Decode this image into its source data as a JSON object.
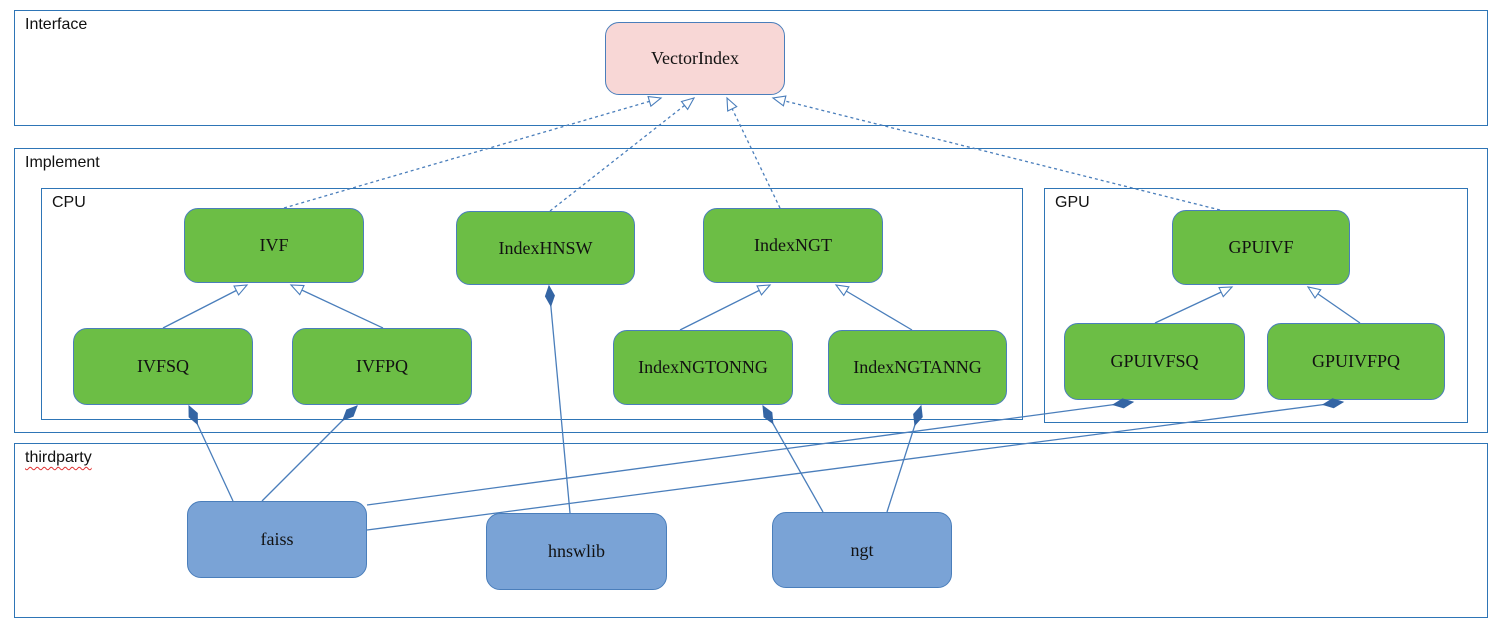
{
  "diagram": {
    "title_context": "VectorIndex implementation architecture",
    "groups": {
      "interface": {
        "label": "Interface"
      },
      "implement": {
        "label": "Implement"
      },
      "cpu": {
        "label": "CPU"
      },
      "gpu": {
        "label": "GPU"
      },
      "thirdparty": {
        "label": "thirdparty"
      }
    },
    "nodes": {
      "vectorindex": {
        "label": "VectorIndex",
        "kind": "interface"
      },
      "ivf": {
        "label": "IVF",
        "kind": "cpu-implementation"
      },
      "indexhnsw": {
        "label": "IndexHNSW",
        "kind": "cpu-implementation"
      },
      "indexngt": {
        "label": "IndexNGT",
        "kind": "cpu-implementation"
      },
      "ivfsq": {
        "label": "IVFSQ",
        "kind": "cpu-implementation"
      },
      "ivfpq": {
        "label": "IVFPQ",
        "kind": "cpu-implementation"
      },
      "indexngtonng": {
        "label": "IndexNGTONNG",
        "kind": "cpu-implementation"
      },
      "indexngtanng": {
        "label": "IndexNGTANNG",
        "kind": "cpu-implementation"
      },
      "gpuivf": {
        "label": "GPUIVF",
        "kind": "gpu-implementation"
      },
      "gpuivfsq": {
        "label": "GPUIVFSQ",
        "kind": "gpu-implementation"
      },
      "gpuivfpq": {
        "label": "GPUIVFPQ",
        "kind": "gpu-implementation"
      },
      "faiss": {
        "label": "faiss",
        "kind": "thirdparty-library"
      },
      "hnswlib": {
        "label": "hnswlib",
        "kind": "thirdparty-library"
      },
      "ngt": {
        "label": "ngt",
        "kind": "thirdparty-library"
      }
    },
    "edges": [
      {
        "from": "IVF",
        "to": "VectorIndex",
        "type": "realization-dashed-hollow-arrow"
      },
      {
        "from": "IndexHNSW",
        "to": "VectorIndex",
        "type": "realization-dashed-hollow-arrow"
      },
      {
        "from": "IndexNGT",
        "to": "VectorIndex",
        "type": "realization-dashed-hollow-arrow"
      },
      {
        "from": "GPUIVF",
        "to": "VectorIndex",
        "type": "realization-dashed-hollow-arrow"
      },
      {
        "from": "IVFSQ",
        "to": "IVF",
        "type": "inheritance-hollow-arrow"
      },
      {
        "from": "IVFPQ",
        "to": "IVF",
        "type": "inheritance-hollow-arrow"
      },
      {
        "from": "IndexNGTONNG",
        "to": "IndexNGT",
        "type": "inheritance-hollow-arrow"
      },
      {
        "from": "IndexNGTANNG",
        "to": "IndexNGT",
        "type": "inheritance-hollow-arrow"
      },
      {
        "from": "GPUIVFSQ",
        "to": "GPUIVF",
        "type": "inheritance-hollow-arrow"
      },
      {
        "from": "GPUIVFPQ",
        "to": "GPUIVF",
        "type": "inheritance-hollow-arrow"
      },
      {
        "from": "faiss",
        "to": "IVFSQ",
        "type": "composition-filled-diamond"
      },
      {
        "from": "faiss",
        "to": "IVFPQ",
        "type": "composition-filled-diamond"
      },
      {
        "from": "faiss",
        "to": "GPUIVFSQ",
        "type": "composition-filled-diamond"
      },
      {
        "from": "faiss",
        "to": "GPUIVFPQ",
        "type": "composition-filled-diamond"
      },
      {
        "from": "hnswlib",
        "to": "IndexHNSW",
        "type": "composition-filled-diamond"
      },
      {
        "from": "ngt",
        "to": "IndexNGTONNG",
        "type": "composition-filled-diamond"
      },
      {
        "from": "ngt",
        "to": "IndexNGTANNG",
        "type": "composition-filled-diamond"
      }
    ],
    "colors": {
      "container_border": "#2e75b6",
      "node_border": "#4a7ebb",
      "interface_fill": "#f8d7d6",
      "implement_fill": "#6cbe45",
      "thirdparty_fill": "#7aa3d6",
      "connector": "#4a7ebb",
      "diamond_fill": "#3465a4",
      "label_color": "#111111",
      "squiggle_color": "#e03030"
    }
  }
}
